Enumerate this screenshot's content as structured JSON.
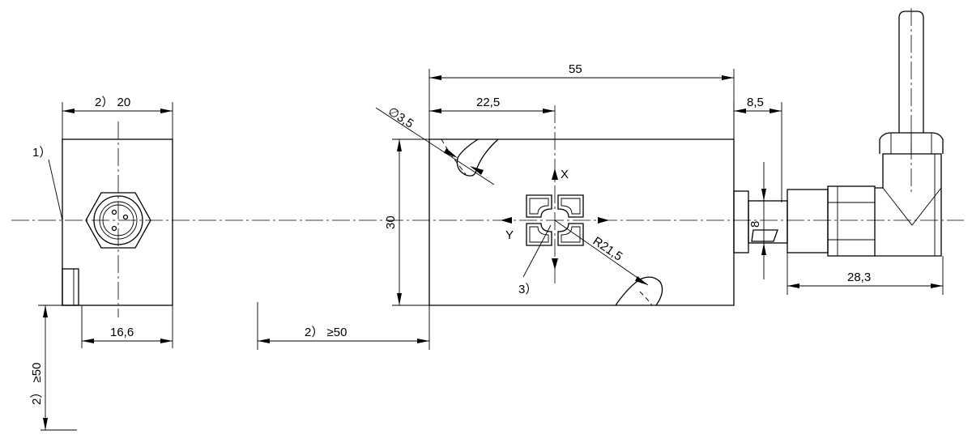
{
  "front_view": {
    "dim_width_top": "2）  20",
    "dim_width_bottom": "16,6",
    "callout": "1）",
    "dim_clearance": "2）  ≥50"
  },
  "side_view": {
    "dim_length": "55",
    "dim_offset": "22,5",
    "dim_hole": "∅3,5",
    "dim_height": "30",
    "dim_radius": "R21,5",
    "axis_x": "X",
    "axis_y": "Y",
    "callout": "3）",
    "dim_clearance": "2）  ≥50",
    "dim_connector_offset": "8,5",
    "dim_connector_height": "8",
    "dim_connector_length": "28,3"
  }
}
